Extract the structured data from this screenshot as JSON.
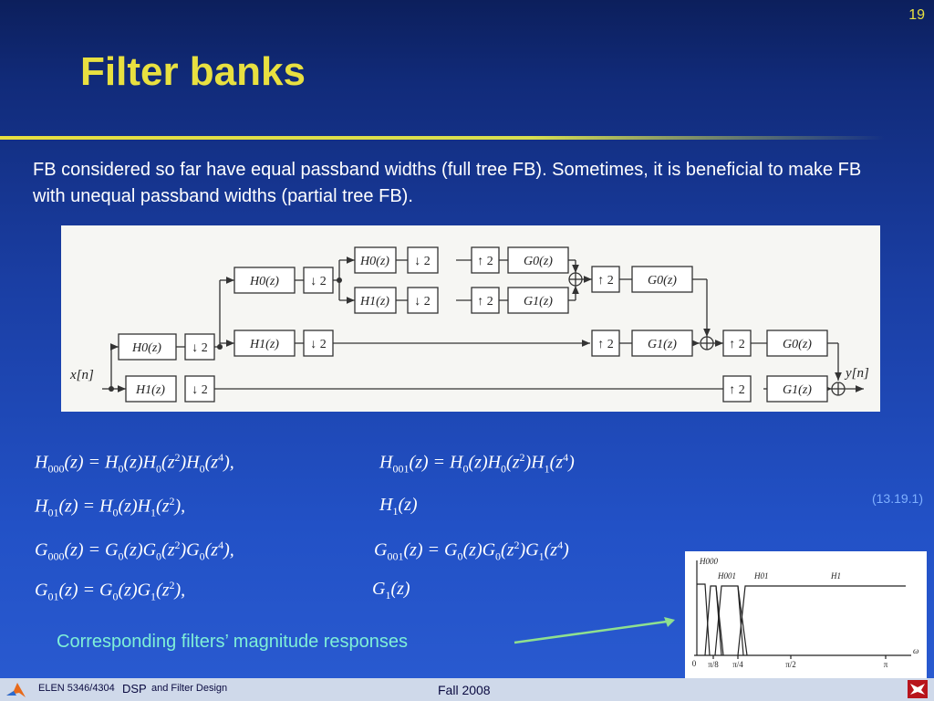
{
  "slide_number": "19",
  "title": "Filter banks",
  "intro": "FB considered so far have equal passband widths (full tree FB). Sometimes, it is beneficial to make FB with unequal passband widths (partial tree FB).",
  "diagram": {
    "input_label": "x[n]",
    "output_label": "y[n]",
    "blocks": {
      "h0_top": "H0(z)",
      "h1_top": "H1(z)",
      "h0_mid": "H0(z)",
      "h1_mid": "H1(z)",
      "h0_in": "H0(z)",
      "h1_in": "H1(z)",
      "g0_top": "G0(z)",
      "g1_top": "G1(z)",
      "g0_mid": "G0(z)",
      "g1_mid": "G1(z)",
      "g0_out": "G0(z)",
      "g1_out": "G1(z)"
    },
    "down_label": "↓ 2",
    "up_label": "↑ 2"
  },
  "equations": {
    "tag": "(13.19.1)"
  },
  "response_plot": {
    "labels": [
      "H000",
      "H001",
      "H01",
      "H1"
    ],
    "x_ticks": [
      "0",
      "π/8",
      "π/4",
      "π/2",
      "π"
    ],
    "x_axis": "ω"
  },
  "caption": "Corresponding filters’ magnitude responses",
  "footer": {
    "course": "ELEN 5346/4304",
    "dsp": "DSP",
    "rest": "and Filter Design",
    "date": "Fall 2008"
  },
  "colors": {
    "title": "#e8e040",
    "caption": "#7ff0d8",
    "arrow": "#8fe08f"
  }
}
